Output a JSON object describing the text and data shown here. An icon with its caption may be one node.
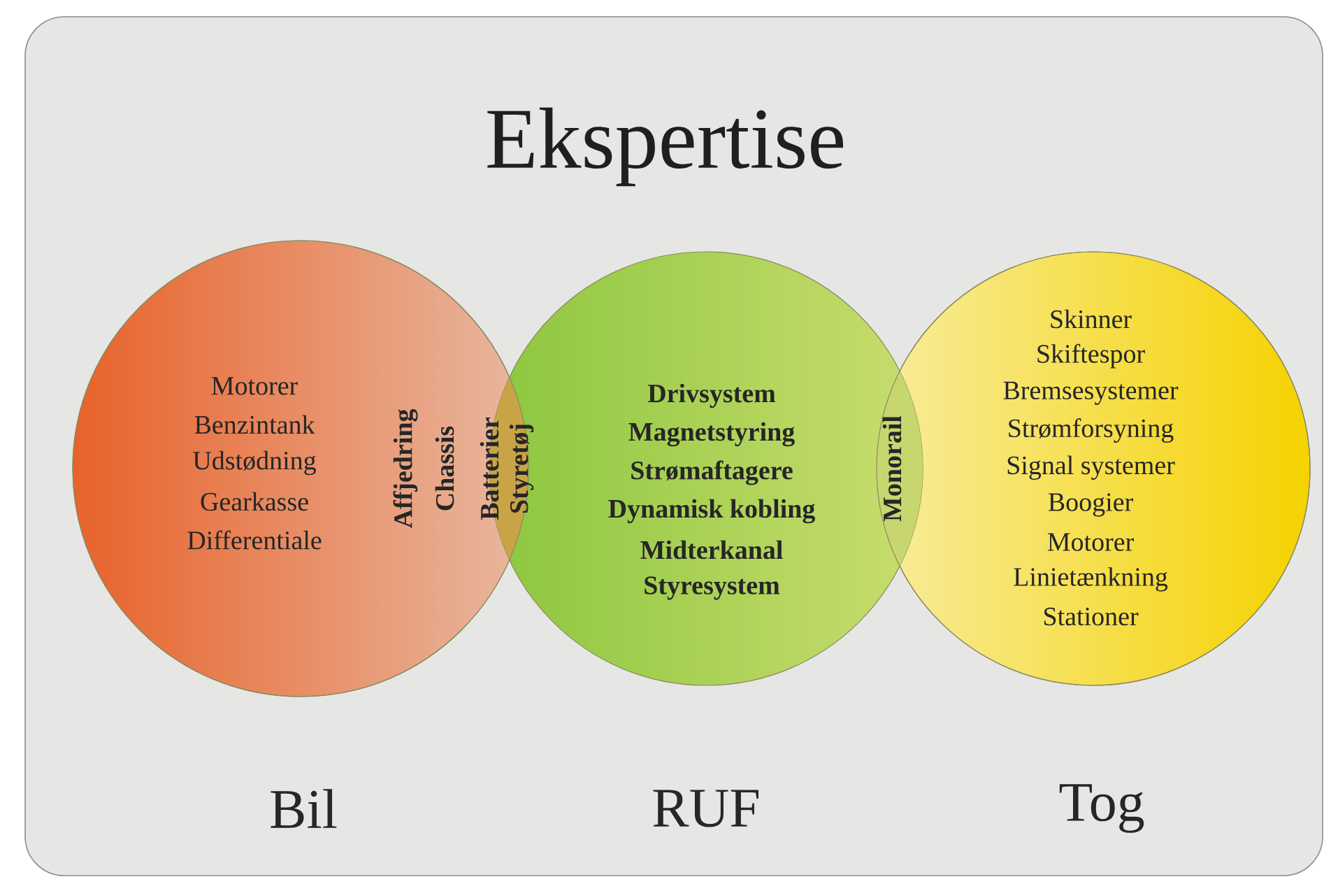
{
  "diagram": {
    "title": "Ekspertise",
    "nodes": [
      {
        "text": [
          "Motorer",
          "Benzintank",
          "Udstødning",
          "Gearkasse",
          "Differentiale",
          "Affjedring",
          "Chassis"
        ],
        "beside": [
          "Bil"
        ]
      },
      {
        "text": [
          "Drivsystem",
          "Magnetstyring",
          "Strømaftagere",
          "Dynamisk kobling",
          "Midterkanal",
          "Styresystem"
        ],
        "beside": [
          "RUF"
        ]
      },
      {
        "text": [
          "Skinner",
          "Skiftespor",
          "Bremsesystemer",
          "Strømforsyning",
          "Signal systemer",
          "Boogier",
          "Motorer",
          "Linietænkning",
          "Stationer"
        ],
        "beside": [
          "Tog"
        ]
      }
    ],
    "labels": [
      "Batterier",
      "Styretøj",
      "Monorail"
    ]
  }
}
